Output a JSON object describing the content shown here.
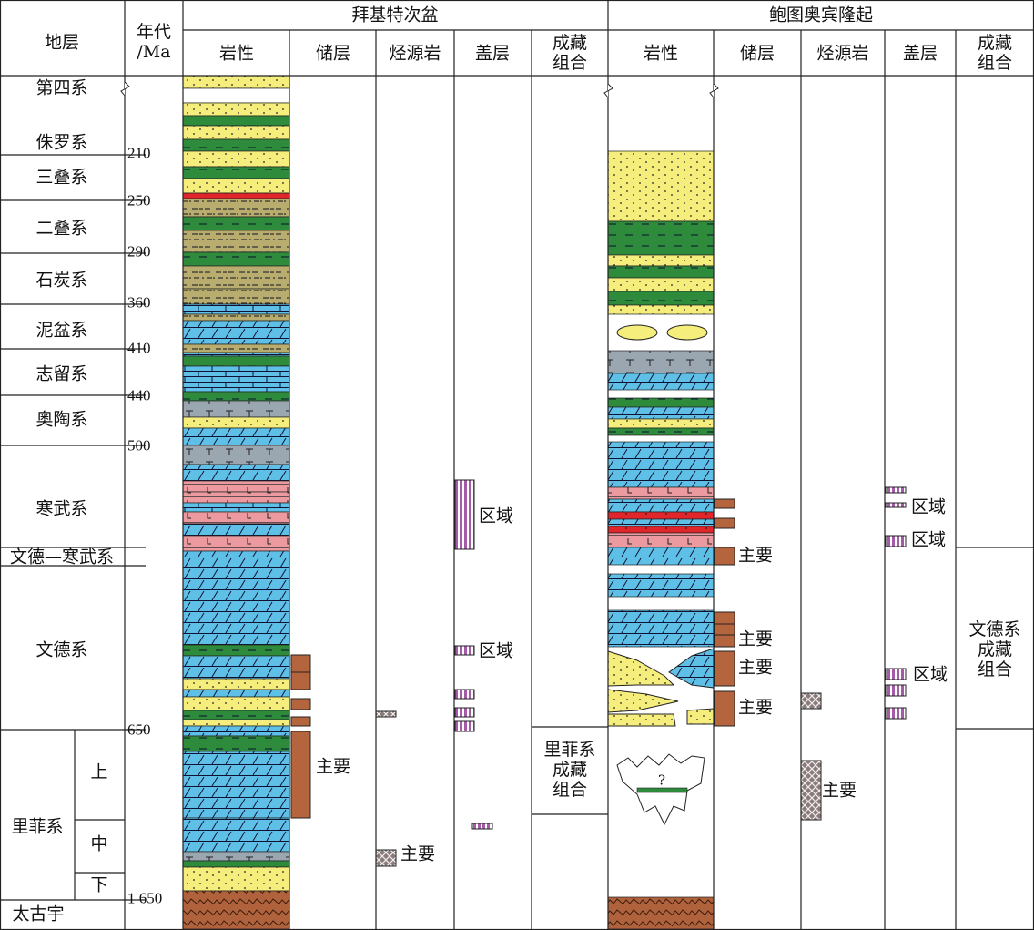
{
  "header": {
    "strata": "地层",
    "age": "年代\n/Ma",
    "regions": [
      {
        "title": "拜基特次盆",
        "columns": [
          "岩性",
          "储层",
          "烃源岩",
          "盖层",
          "成藏\n组合"
        ]
      },
      {
        "title": "鲍图奥宾隆起",
        "columns": [
          "岩性",
          "储层",
          "烃源岩",
          "盖层",
          "成藏\n组合"
        ]
      }
    ]
  },
  "strata": [
    "第四系",
    "侏罗系",
    "三叠系",
    "二叠系",
    "石炭系",
    "泥盆系",
    "志留系",
    "奥陶系",
    "寒武系",
    "文德—寒武系",
    "文德系",
    "里菲系",
    "上",
    "中",
    "下",
    "太古宇"
  ],
  "ages": [
    "210",
    "250",
    "290",
    "360",
    "410",
    "440",
    "500",
    "650",
    "1 650"
  ],
  "baykit": {
    "reservoir_main": "主要",
    "source_main": "主要",
    "seal_regional_1": "区域",
    "seal_regional_2": "区域",
    "play": "里菲系\n成藏\n组合"
  },
  "baikitanticline": {
    "reservoir_main_1": "主要",
    "reservoir_main_2": "主要",
    "reservoir_main_3": "主要",
    "reservoir_main_4": "主要",
    "source_main": "主要",
    "seal_regional_1": "区域",
    "seal_regional_2": "区域",
    "seal_regional_3": "区域",
    "play": "文德系\n成藏\n组合",
    "unknown_mark": "?"
  },
  "colors": {
    "sandstone": "#f5ee7c",
    "shale": "#2e8b3c",
    "carbonate": "#5ec0e6",
    "siltstone": "#b8ad6e",
    "volcanic": "#ec9aa0",
    "red_bed": "#e0262a",
    "gypsum": "#9aa6b0",
    "basement": "#b0623d",
    "reservoir": "#b5653e",
    "seal": "#a55ca8",
    "source": "#8a7a7a"
  }
}
